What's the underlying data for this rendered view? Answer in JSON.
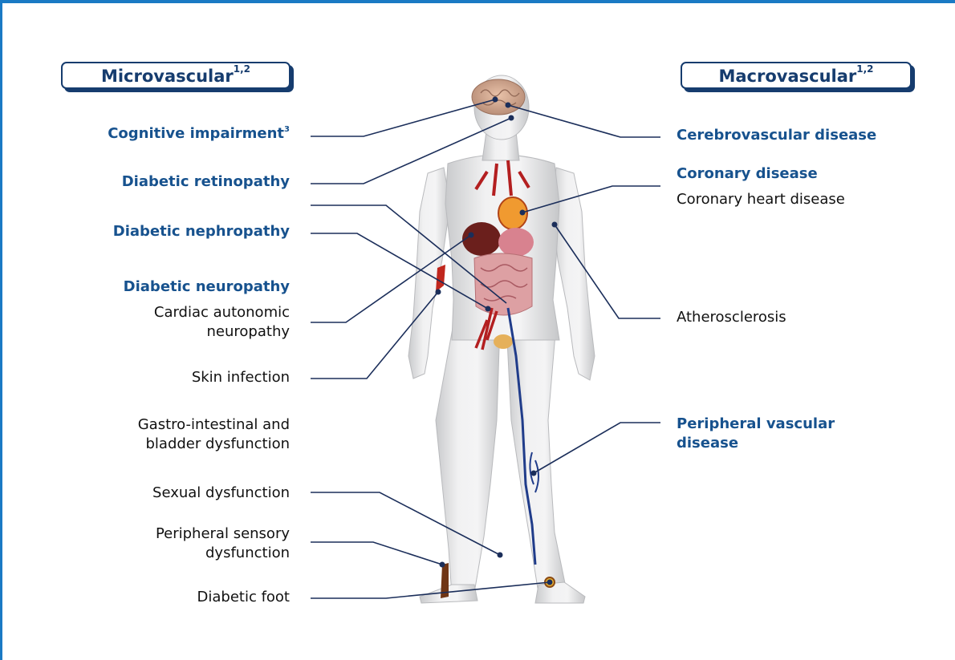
{
  "headers": {
    "micro": "Microvascular",
    "micro_ref": "1,2",
    "macro": "Macrovascular",
    "macro_ref": "1,2"
  },
  "left_labels": {
    "cognitive": "Cognitive impairment",
    "cognitive_ref": "3",
    "retinopathy": "Diabetic retinopathy",
    "nephropathy": "Diabetic nephropathy",
    "neuropathy": "Diabetic neuropathy",
    "cardiac_1": "Cardiac autonomic",
    "cardiac_2": "neuropathy",
    "skin": "Skin infection",
    "gastro_1": "Gastro-intestinal and",
    "gastro_2": "bladder dysfunction",
    "sexual": "Sexual dysfunction",
    "sensory_1": "Peripheral sensory",
    "sensory_2": "dysfunction",
    "foot": "Diabetic foot"
  },
  "right_labels": {
    "cerebro": "Cerebrovascular disease",
    "coronary": "Coronary disease",
    "coronary_heart": "Coronary heart disease",
    "athero": "Atherosclerosis",
    "pvd_1": "Peripheral vascular",
    "pvd_2": "disease"
  },
  "colors": {
    "frame": "#1a7ac4",
    "header_text": "#163c6e",
    "blue_label": "#17528e",
    "leader_line": "#1b2e5a"
  }
}
